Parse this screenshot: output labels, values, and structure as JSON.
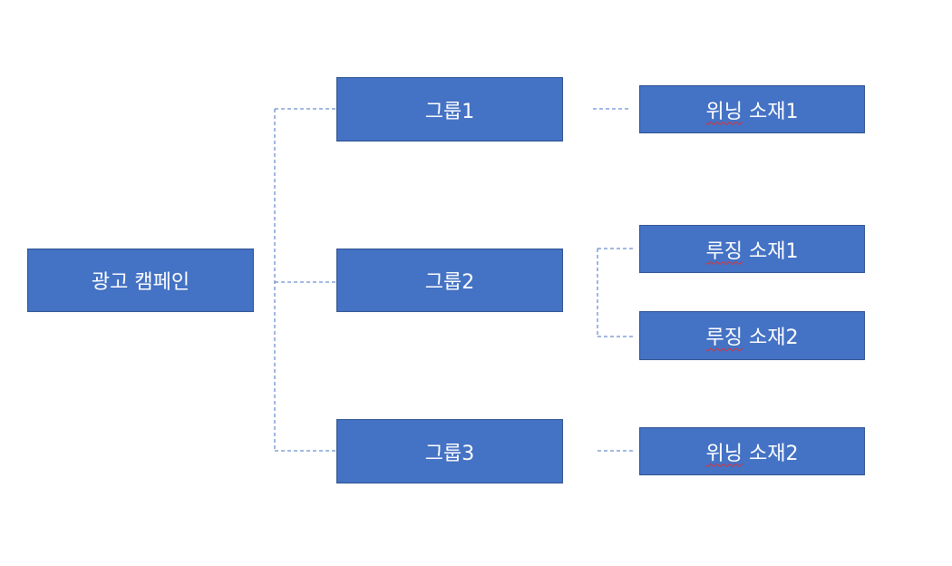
{
  "diagram": {
    "root": {
      "label": "광고 캠페인"
    },
    "groups": [
      {
        "label": "그룹1"
      },
      {
        "label": "그룹2"
      },
      {
        "label": "그룹3"
      }
    ],
    "creatives": [
      {
        "word": "위닝",
        "rest": " 소재1",
        "group": "그룹1"
      },
      {
        "word": "루징",
        "rest": " 소재1",
        "group": "그룹2"
      },
      {
        "word": "루징",
        "rest": " 소재2",
        "group": "그룹2"
      },
      {
        "word": "위닝",
        "rest": " 소재2",
        "group": "그룹3"
      }
    ],
    "colors": {
      "node_fill": "#4472c4",
      "node_border": "#2f528f",
      "connector": "#4472c4",
      "spellcheck_underline": "#e03030"
    }
  }
}
